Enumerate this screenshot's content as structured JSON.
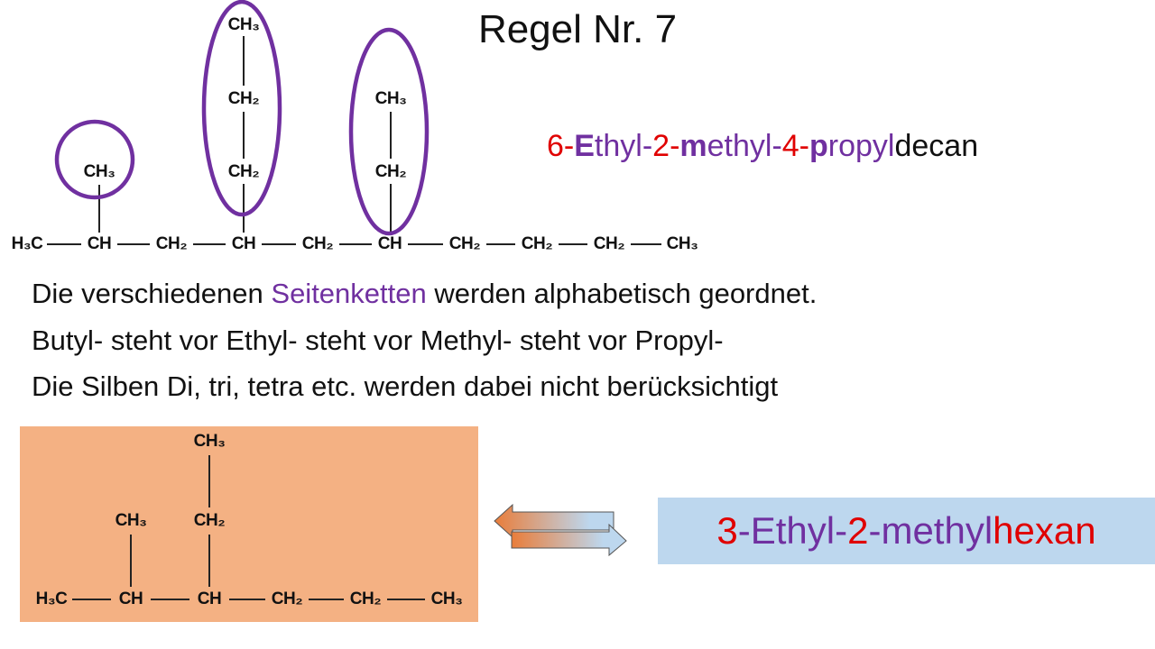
{
  "title": "Regel Nr. 7",
  "name_top": {
    "parts": [
      "6-",
      "E",
      "thyl-",
      "2-",
      "m",
      "ethyl-",
      "4-",
      "p",
      "ropyl",
      "decan"
    ]
  },
  "text_lines": {
    "line1_a": "Die verschiedenen ",
    "line1_b": "Seitenketten",
    "line1_c": " werden alphabetisch geordnet.",
    "line2": "Butyl- steht vor Ethyl- steht vor Methyl- steht vor Propyl-",
    "line3": "Die Silben Di, tri, tetra etc. werden dabei nicht berücksichtigt"
  },
  "structure_top": {
    "main_chain": [
      "H₃C",
      "CH",
      "CH₂",
      "CH",
      "CH₂",
      "CH",
      "CH₂",
      "CH₂",
      "CH₂",
      "CH₃"
    ],
    "branch_c2": [
      "CH₃"
    ],
    "branch_c4": [
      "CH₂",
      "CH₂",
      "CH₃"
    ],
    "branch_c6": [
      "CH₂",
      "CH₃"
    ]
  },
  "structure_bottom": {
    "main_chain": [
      "H₃C",
      "CH",
      "CH",
      "CH₂",
      "CH₂",
      "CH₃"
    ],
    "branch_c2": [
      "CH₃"
    ],
    "branch_c3": [
      "CH₂",
      "CH₃"
    ]
  },
  "name_bottom": {
    "parts": [
      "3",
      "-Ethyl-",
      "2",
      "-methyl",
      "hexan"
    ]
  },
  "colors": {
    "red": "#e00000",
    "purple": "#7030a0",
    "orange_box": "#f4b183",
    "blue_box": "#bdd7ee"
  }
}
